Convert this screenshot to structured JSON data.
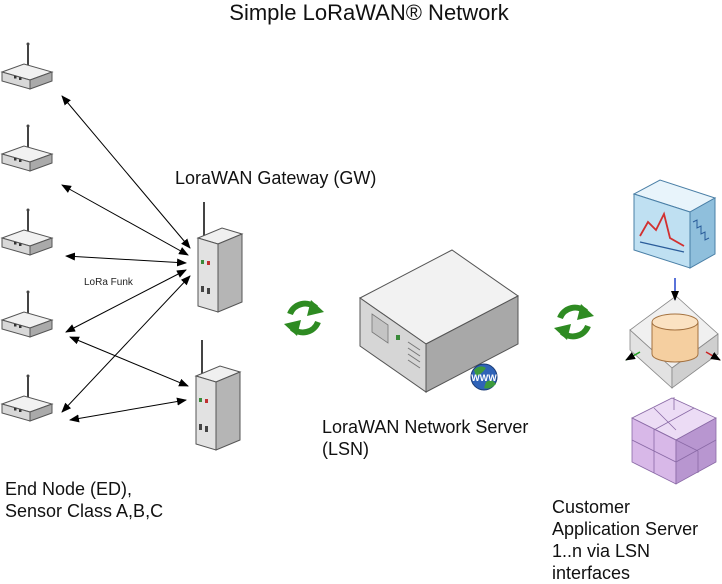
{
  "title": "Simple LoRaWAN® Network",
  "gateway": {
    "label": "LoraWAN Gateway (GW)",
    "count": 2
  },
  "network_server": {
    "label_lines": [
      "LoraWAN Network Server",
      "(LSN)"
    ],
    "badge": "WWW"
  },
  "end_nodes": {
    "label_lines": [
      "End Node (ED),",
      "Sensor Class A,B,C"
    ],
    "count": 5
  },
  "radio_link": {
    "label": "LoRa Funk"
  },
  "customer": {
    "label_lines": [
      "Customer",
      "Application Server",
      "1..n via LSN",
      "interfaces"
    ]
  },
  "colors": {
    "sync_arrows": "#2e8b22",
    "device_body": "#d9d9d9",
    "server_body": "#c8c8c8",
    "chart_panel": "#bfe0f2",
    "database": "#f5cfa0",
    "cubes": "#d8b8e8"
  },
  "icons": [
    "end-node-device-icon",
    "gateway-device-icon",
    "server-icon",
    "sync-icon",
    "chart-panel-icon",
    "database-icon",
    "cube-cluster-icon"
  ]
}
